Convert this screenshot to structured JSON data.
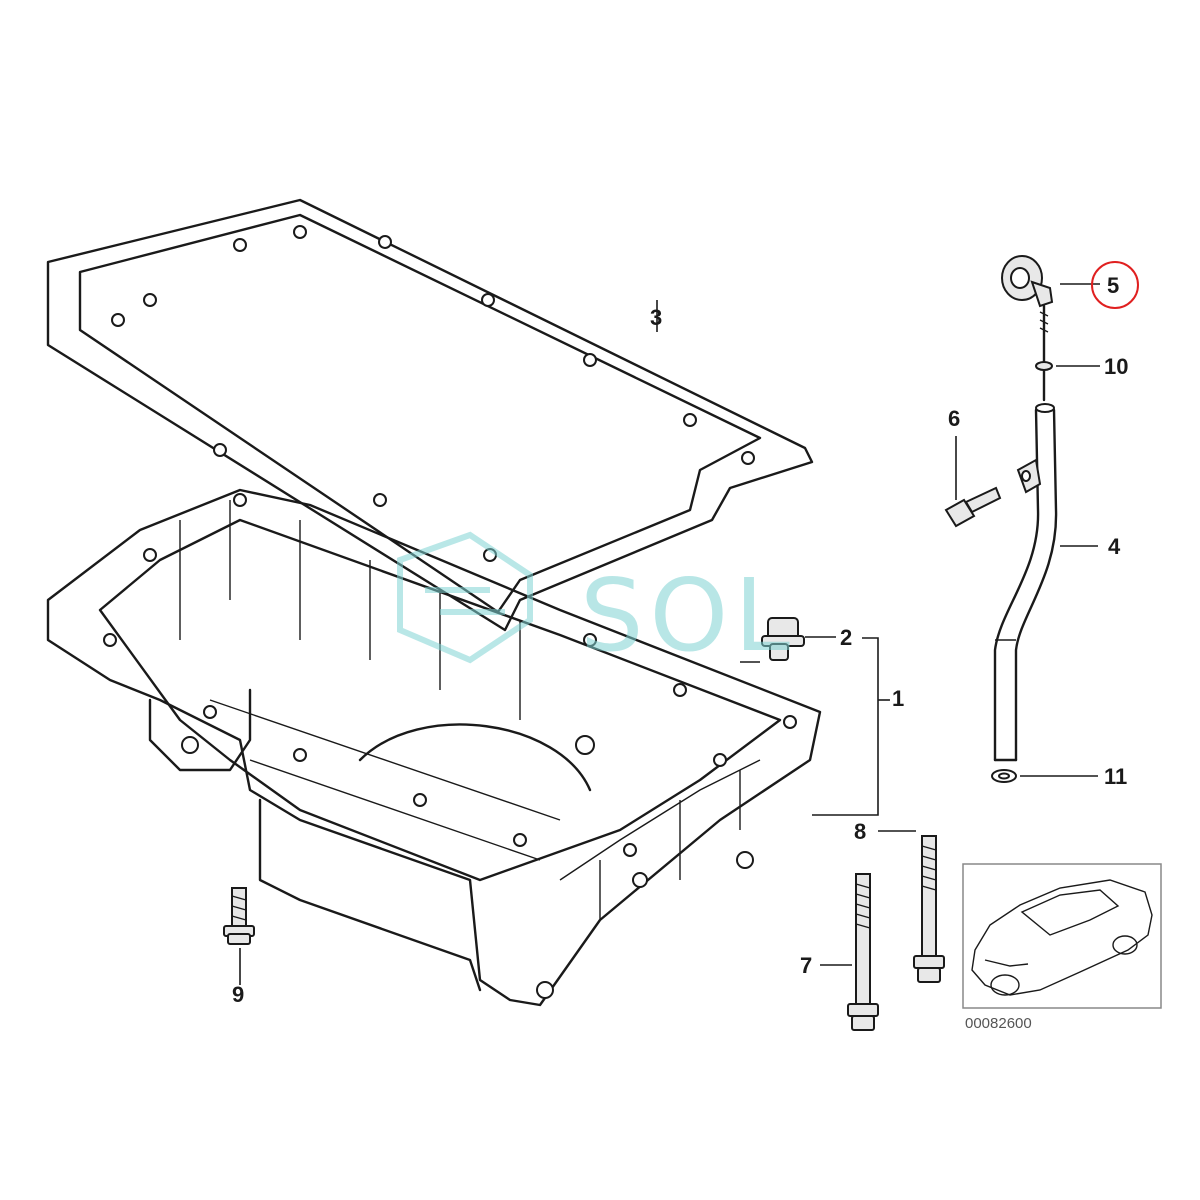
{
  "callouts": {
    "c1": "1",
    "c2": "2",
    "c3": "3",
    "c4": "4",
    "c5": "5",
    "c6": "6",
    "c7": "7",
    "c8": "8",
    "c9": "9",
    "c10": "10",
    "c11": "11"
  },
  "highlighted_callout": "5",
  "highlight_color": "#e02020",
  "watermark": {
    "text": "SOL",
    "color": "#7fd3d3"
  },
  "reference_number": "00082600",
  "parts": {
    "oil_pan": "oil-pan",
    "gasket": "oil-pan-gasket",
    "drain_plug": "drain-plug",
    "dipstick_tube": "dipstick-guide-tube",
    "dipstick": "dipstick-handle",
    "vehicle_thumbnail": "car-silhouette-icon"
  }
}
